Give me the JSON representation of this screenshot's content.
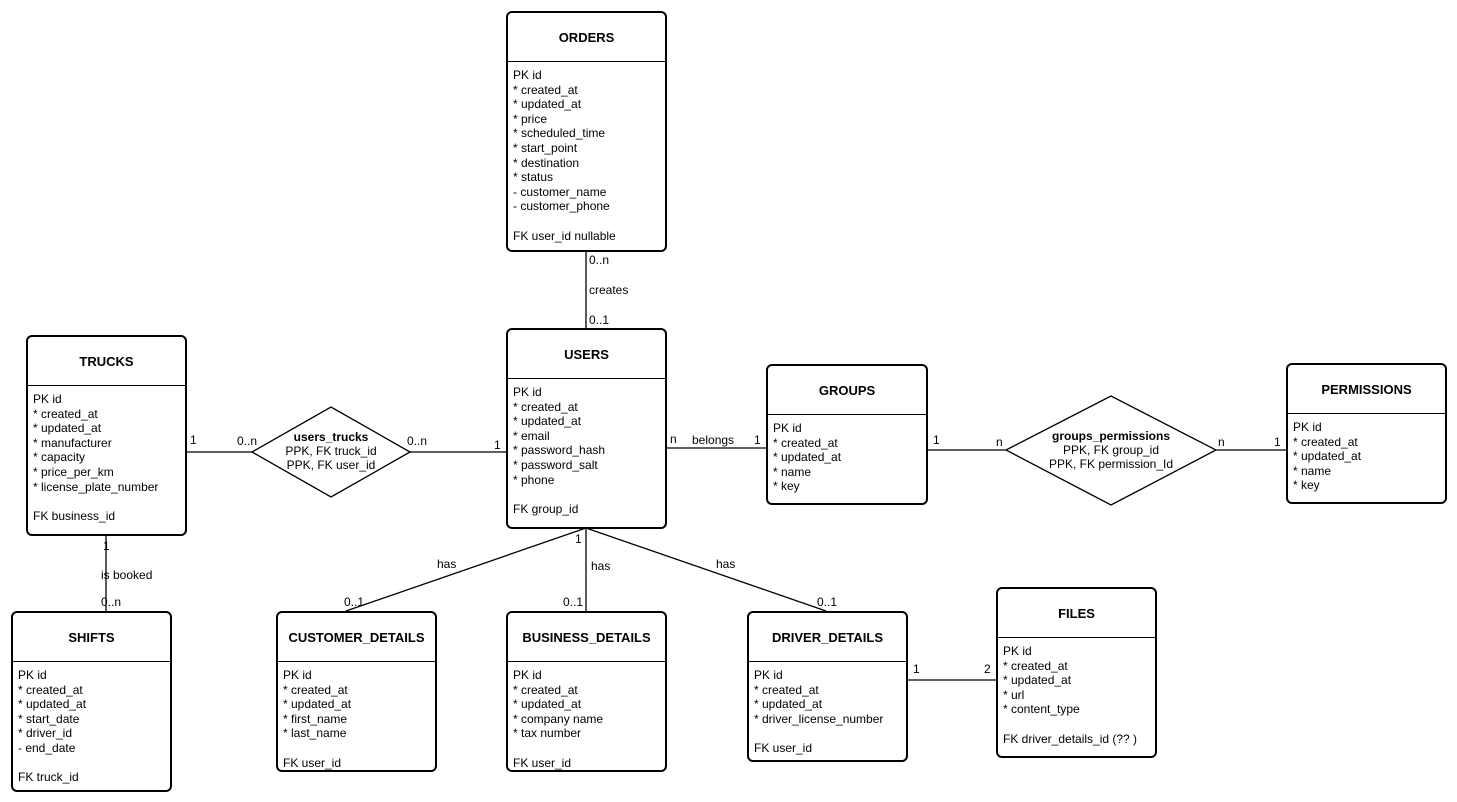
{
  "entities": {
    "orders": {
      "title": "ORDERS",
      "attrs": [
        "PK id",
        "* created_at",
        "* updated_at",
        "* price",
        "* scheduled_time",
        "* start_point",
        "* destination",
        "* status",
        "- customer_name",
        "- customer_phone",
        "",
        "FK user_id nullable"
      ]
    },
    "users": {
      "title": "USERS",
      "attrs": [
        "PK id",
        "* created_at",
        "* updated_at",
        "* email",
        "* password_hash",
        "* password_salt",
        "* phone",
        "",
        "FK group_id"
      ]
    },
    "trucks": {
      "title": "TRUCKS",
      "attrs": [
        "PK id",
        "* created_at",
        "* updated_at",
        "* manufacturer",
        "* capacity",
        "* price_per_km",
        "* license_plate_number",
        "",
        "FK business_id"
      ]
    },
    "groups": {
      "title": "GROUPS",
      "attrs": [
        "PK id",
        "* created_at",
        "* updated_at",
        "* name",
        "* key"
      ]
    },
    "permissions": {
      "title": "PERMISSIONS",
      "attrs": [
        "PK id",
        "* created_at",
        "* updated_at",
        "* name",
        "* key"
      ]
    },
    "shifts": {
      "title": "SHIFTS",
      "attrs": [
        "PK id",
        "* created_at",
        "* updated_at",
        "* start_date",
        "* driver_id",
        "- end_date",
        "",
        "FK truck_id"
      ]
    },
    "customer_details": {
      "title": "CUSTOMER_DETAILS",
      "attrs": [
        "PK id",
        "* created_at",
        "* updated_at",
        "* first_name",
        "* last_name",
        "",
        "FK user_id"
      ]
    },
    "business_details": {
      "title": "BUSINESS_DETAILS",
      "attrs": [
        "PK id",
        "* created_at",
        "* updated_at",
        "* company name",
        "* tax number",
        "",
        "FK user_id"
      ]
    },
    "driver_details": {
      "title": "DRIVER_DETAILS",
      "attrs": [
        "PK id",
        "* created_at",
        "* updated_at",
        "* driver_license_number",
        "",
        "FK user_id"
      ]
    },
    "files": {
      "title": "FILES",
      "attrs": [
        "PK id",
        "* created_at",
        "* updated_at",
        "* url",
        "* content_type",
        "",
        "FK driver_details_id (?? )"
      ]
    }
  },
  "relationships": {
    "users_trucks": {
      "name": "users_trucks",
      "lines": [
        "PPK, FK truck_id",
        "PPK, FK user_id"
      ]
    },
    "groups_permissions": {
      "name": "groups_permissions",
      "lines": [
        "PPK, FK group_id",
        "PPK, FK permission_Id"
      ]
    }
  },
  "labels": {
    "orders_card": "0..n",
    "creates": "creates",
    "users_orders_card": "0..1",
    "trucks_ut_card": "1",
    "ut_trucks_card": "0..n",
    "ut_users_card": "0..n",
    "users_ut_card": "1",
    "users_groups_card": "n",
    "belongs": "belongs",
    "groups_users_card": "1",
    "groups_gp_card": "1",
    "gp_groups_card": "n",
    "gp_perm_card": "n",
    "perm_gp_card": "1",
    "trucks_shifts_card": "1",
    "is_booked": "is booked",
    "shifts_card": "0..n",
    "users_details_card": "1",
    "has_customer": "has",
    "has_business": "has",
    "has_driver": "has",
    "customer_card": "0..1",
    "business_card": "0..1",
    "driver_card": "0..1",
    "driver_files_card": "1",
    "files_card": "2"
  }
}
